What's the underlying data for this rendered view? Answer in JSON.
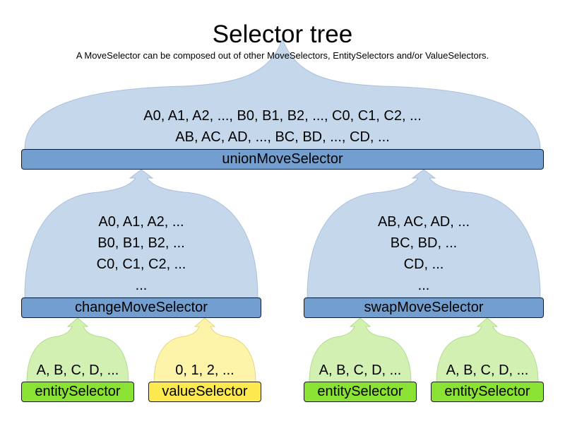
{
  "title": "Selector tree",
  "subtitle": "A MoveSelector can be composed out of other MoveSelectors, EntitySelectors and/or ValueSelectors.",
  "colors": {
    "blue_fill": "#c5d7ea",
    "blue_bar": "#729fcf",
    "green_fill": "#d2f0b2",
    "green_bar": "#8ae234",
    "yellow_fill": "#fdf3a9",
    "yellow_bar": "#fce94f"
  },
  "union": {
    "label": "unionMoveSelector",
    "lines": [
      "A0, A1, A2, ..., B0, B1, B2, ..., C0, C1, C2, ...",
      "AB, AC, AD, ..., BC, BD, ..., CD, ..."
    ]
  },
  "change": {
    "label": "changeMoveSelector",
    "lines": [
      "A0, A1, A2, ...",
      "B0, B1, B2, ...",
      "C0, C1, C2, ...",
      "..."
    ]
  },
  "swap": {
    "label": "swapMoveSelector",
    "lines": [
      "AB, AC, AD, ...",
      "BC, BD, ...",
      "CD, ...",
      "..."
    ]
  },
  "leaves": [
    {
      "label": "entitySelector",
      "text": "A, B, C, D, ...",
      "kind": "entity"
    },
    {
      "label": "valueSelector",
      "text": "0, 1, 2, ...",
      "kind": "value"
    },
    {
      "label": "entitySelector",
      "text": "A, B, C, D, ...",
      "kind": "entity"
    },
    {
      "label": "entitySelector",
      "text": "A, B, C, D, ...",
      "kind": "entity"
    }
  ]
}
